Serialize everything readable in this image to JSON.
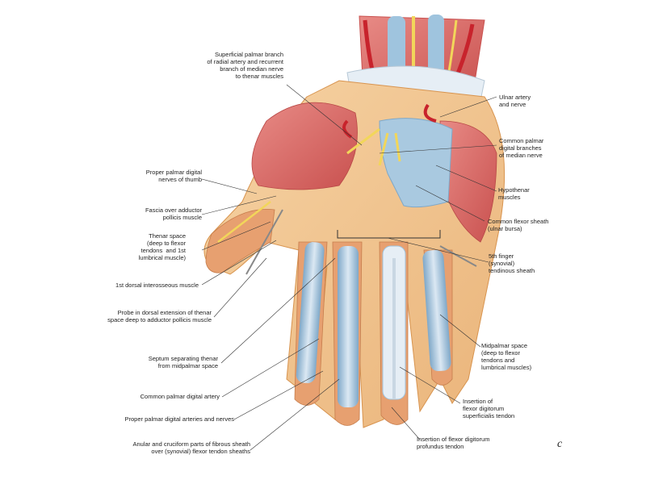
{
  "figure": {
    "labels": {
      "superficial_palmar_branch": "Superficial palmar branch\nof radial artery and recurrent\nbranch of median nerve\nto thenar muscles",
      "ulnar_artery": "Ulnar artery\nand nerve",
      "common_palmar_digital_branches": "Common palmar\ndigital branches\nof median nerve",
      "proper_palmar_digital_thumb": "Proper palmar digital\nnerves of thumb",
      "hypothenar_muscles": "Hypothenar\nmuscles",
      "fascia_adductor": "Fascia over adductor\npollicis muscle",
      "common_flexor_sheath": "Common flexor sheath\n(ulnar bursa)",
      "thenar_space": "Thenar space\n(deep to flexor\ntendons  and 1st\nlumbrical muscle)",
      "fifth_finger_sheath": "5th finger\n(synovial)\ntendinous sheath",
      "first_dorsal_interosseous": "1st dorsal interosseous muscle",
      "probe_dorsal_extension": "Probe in dorsal extension of thenar\nspace deep to adductor pollicis muscle",
      "midpalmar_space": "Midpalmar space\n(deep to flexor\ntendons and\nlumbrical muscles)",
      "septum_separating": "Septum separating thenar\nfrom midpalmar space",
      "common_palmar_digital_artery": "Common palmar digital artery",
      "insertion_fds": "Insertion of\nflexor digitorum\nsuperficialis tendon",
      "proper_palmar_digital_arteries": "Proper palmar digital arteries and nerves",
      "insertion_fdp": "Insertion of flexor digitorum\nprofundus tendon",
      "anular_cruciform": "Anular and cruciform parts of fibrous sheath\nover (synovial) flexor tendon sheaths"
    },
    "signature": "c",
    "colors": {
      "skin": "#f3c68e",
      "muscle": "#d96a6a",
      "tendon": "#e6eef5",
      "sheath": "#9fc4de",
      "artery": "#c8232c",
      "nerve": "#f2d65a",
      "leader": "#333333"
    }
  }
}
